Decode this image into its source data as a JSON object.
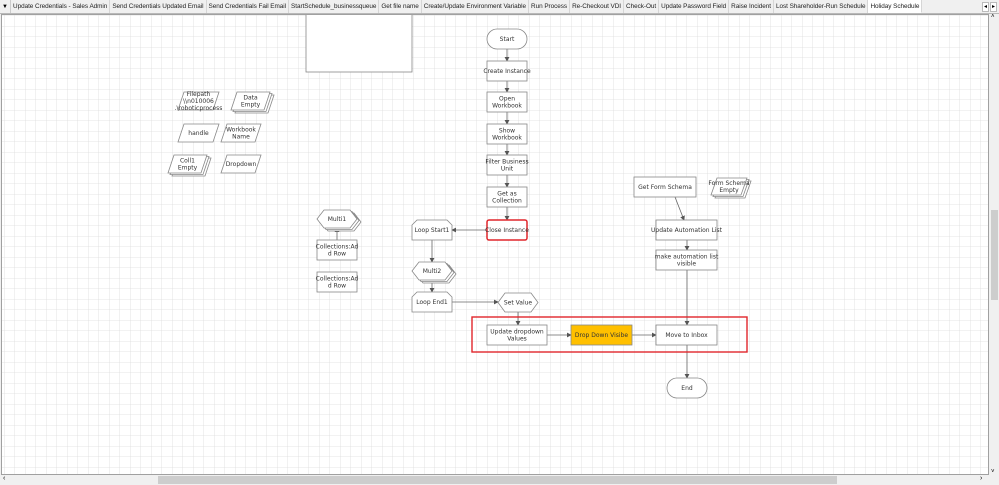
{
  "tabs": [
    {
      "label": "Update Credentials - Sales Admin"
    },
    {
      "label": "Send Credentials Updated Email"
    },
    {
      "label": "Send Credentials Fail Email"
    },
    {
      "label": "StartSchedule_businessqueue"
    },
    {
      "label": "Get file name"
    },
    {
      "label": "Create/Update Environment Variable"
    },
    {
      "label": "Run Process"
    },
    {
      "label": "Re-Checkout VDI"
    },
    {
      "label": "Check-Out"
    },
    {
      "label": "Update Password Field"
    },
    {
      "label": "Raise Incident"
    },
    {
      "label": "Lost Shareholder-Run Schedule"
    },
    {
      "label": "Holiday Schedule",
      "active": true
    }
  ],
  "colors": {
    "highlight": "#FFC000",
    "selection_border": "#E0262C",
    "grid": "#dcdcdc"
  },
  "nodes": [
    {
      "id": "start",
      "type": "terminator",
      "lines": [
        "Start"
      ]
    },
    {
      "id": "create_instance",
      "type": "action",
      "lines": [
        "Create Instance"
      ]
    },
    {
      "id": "open_workbook",
      "type": "action",
      "lines": [
        "Open",
        "Workbook"
      ]
    },
    {
      "id": "show_workbook",
      "type": "action",
      "lines": [
        "Show",
        "Workbook"
      ]
    },
    {
      "id": "filter_bu",
      "type": "action",
      "lines": [
        "Filter Business",
        "Unit"
      ]
    },
    {
      "id": "get_collection",
      "type": "action",
      "lines": [
        "Get as",
        "Collection"
      ]
    },
    {
      "id": "close_instance",
      "type": "action",
      "lines": [
        "Close Instance"
      ],
      "selected": true
    },
    {
      "id": "loop_start1",
      "type": "loop",
      "lines": [
        "Loop Start1"
      ]
    },
    {
      "id": "multi2",
      "type": "multi",
      "lines": [
        "Multi2"
      ]
    },
    {
      "id": "loop_end1",
      "type": "loop",
      "lines": [
        "Loop End1"
      ]
    },
    {
      "id": "set_value",
      "type": "calc",
      "lines": [
        "Set Value"
      ]
    },
    {
      "id": "update_dropdown",
      "type": "action",
      "lines": [
        "Update dropdown",
        "Values"
      ]
    },
    {
      "id": "dropdown_visible",
      "type": "action",
      "lines": [
        "Drop Down Visibe"
      ],
      "highlight": true
    },
    {
      "id": "move_inbox",
      "type": "action",
      "lines": [
        "Move to Inbox"
      ]
    },
    {
      "id": "end",
      "type": "terminator",
      "lines": [
        "End"
      ]
    },
    {
      "id": "get_form_schema",
      "type": "action",
      "lines": [
        "Get Form Schema"
      ]
    },
    {
      "id": "form_schema_empty",
      "type": "datacoll",
      "lines": [
        "Form Schema",
        "Empty"
      ]
    },
    {
      "id": "update_automation",
      "type": "action",
      "lines": [
        "Update Automation List"
      ]
    },
    {
      "id": "make_visible",
      "type": "action",
      "lines": [
        "make automation list",
        "visible"
      ]
    },
    {
      "id": "multi1",
      "type": "multi",
      "lines": [
        "Multi1"
      ]
    },
    {
      "id": "coll_add_row1",
      "type": "action",
      "lines": [
        "Collections:Ad",
        "d Row"
      ]
    },
    {
      "id": "coll_add_row2",
      "type": "action",
      "lines": [
        "Collections:Ad",
        "d Row"
      ]
    },
    {
      "id": "filepath",
      "type": "data",
      "lines": [
        "Filepath",
        "\\\\n010006",
        ".\\roboticprocess"
      ]
    },
    {
      "id": "data_empty",
      "type": "datacoll",
      "lines": [
        "Data",
        "Empty"
      ]
    },
    {
      "id": "handle",
      "type": "data",
      "lines": [
        "handle"
      ]
    },
    {
      "id": "workbook_name",
      "type": "data",
      "lines": [
        "Workbook",
        "Name"
      ]
    },
    {
      "id": "coll1_empty",
      "type": "datacoll",
      "lines": [
        "Coll1",
        "Empty"
      ]
    },
    {
      "id": "dropdown",
      "type": "data",
      "lines": [
        "Dropdown"
      ]
    }
  ]
}
